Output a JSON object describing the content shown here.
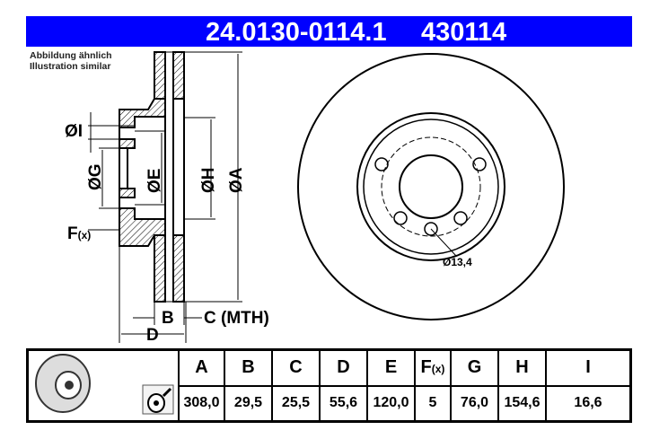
{
  "header": {
    "part_number": "24.0130-0114.1",
    "alt_number": "430114"
  },
  "note": {
    "line1": "Abbildung ähnlich",
    "line2": "Illustration similar"
  },
  "drawing": {
    "labels": {
      "I": "ØI",
      "G": "ØG",
      "E": "ØE",
      "H": "ØH",
      "A": "ØA",
      "F": "F",
      "F_sub": "(x)",
      "B": "B",
      "C": "C (MTH)",
      "D": "D",
      "hole": "Ø13,4"
    }
  },
  "table": {
    "headers": [
      "A",
      "B",
      "C",
      "D",
      "E",
      "F",
      "G",
      "H",
      "I"
    ],
    "f_sub": "(x)",
    "values": [
      "308,0",
      "29,5",
      "25,5",
      "55,6",
      "120,0",
      "5",
      "76,0",
      "154,6",
      "16,6"
    ]
  },
  "colors": {
    "brand_blue": "#0000ff"
  }
}
